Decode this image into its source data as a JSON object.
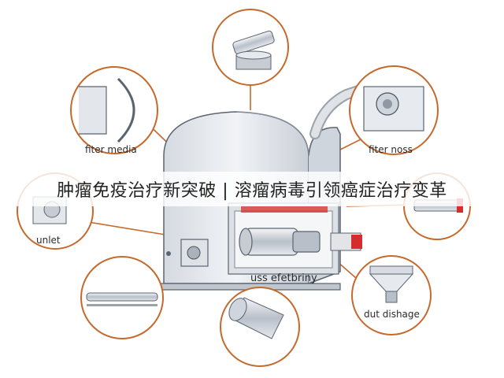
{
  "headline": "肿瘤免疫治疗新突破 | 溶瘤病毒引领癌症治疗变革",
  "labels": {
    "filter_media": "fiter media",
    "filter_noss": "fiter noss",
    "unlet": "unlet",
    "center": "uss efetbriny",
    "dut_dishage": "dut dishage"
  },
  "colors": {
    "callout_ring": "#c46a2c",
    "accent_red": "#d62c2c",
    "housing": "#e6e9ee",
    "outline": "#5a6470"
  },
  "icons": [
    "cylinder-icon",
    "flexible-hose-icon",
    "drum-icon",
    "motor-icon",
    "funnel-icon",
    "pipe-icon"
  ]
}
